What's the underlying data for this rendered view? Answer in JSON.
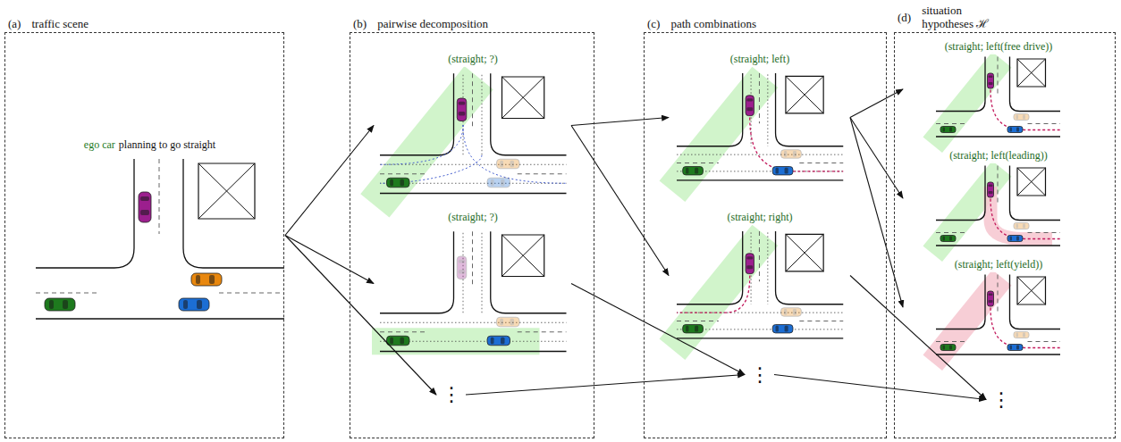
{
  "diagram": {
    "nodes": [
      {
        "text": [
          "(a)",
          "traffic scene"
        ]
      },
      {
        "text": [
          "(b)",
          "pairwise decomposition"
        ]
      },
      {
        "text": [
          "(straight; ?)"
        ],
        "in": 1
      },
      {
        "text": [
          "(straight; ?)"
        ],
        "in": 1
      },
      {
        "text": [
          "⋮"
        ],
        "in": 1
      },
      {
        "text": [
          "(c)",
          "path combinations"
        ]
      },
      {
        "text": [
          "(straight; left)"
        ],
        "in": 5
      },
      {
        "text": [
          "(straight; right)"
        ],
        "in": 5
      },
      {
        "text": [
          "⋮"
        ],
        "in": 5
      },
      {
        "text": [
          "(d)",
          "situation hypotheses ℋ"
        ]
      },
      {
        "text": [
          "(straight; left(free drive))"
        ],
        "in": 9
      },
      {
        "text": [
          "(straight; left(leading))"
        ],
        "in": 9
      },
      {
        "text": [
          "(straight; left(yield))"
        ],
        "in": 9
      },
      {
        "text": [
          "⋮"
        ],
        "in": 9
      }
    ],
    "edges": [
      {
        "from": 0,
        "to": 2,
        "arrow": "to"
      },
      {
        "from": 0,
        "to": 3,
        "arrow": "to"
      },
      {
        "from": 0,
        "to": 4,
        "arrow": "to"
      },
      {
        "from": 2,
        "to": 6,
        "arrow": "to"
      },
      {
        "from": 2,
        "to": 7,
        "arrow": "to"
      },
      {
        "from": 3,
        "to": 8,
        "arrow": "to"
      },
      {
        "from": 4,
        "to": 8,
        "arrow": "to"
      },
      {
        "from": 6,
        "to": 10,
        "arrow": "to"
      },
      {
        "from": 6,
        "to": 11,
        "arrow": "to"
      },
      {
        "from": 6,
        "to": 12,
        "arrow": "to"
      },
      {
        "from": 7,
        "to": 13,
        "arrow": "to"
      },
      {
        "from": 8,
        "to": 13,
        "arrow": "to"
      }
    ],
    "labels": [
      "ego car",
      "planning to go straight"
    ]
  }
}
